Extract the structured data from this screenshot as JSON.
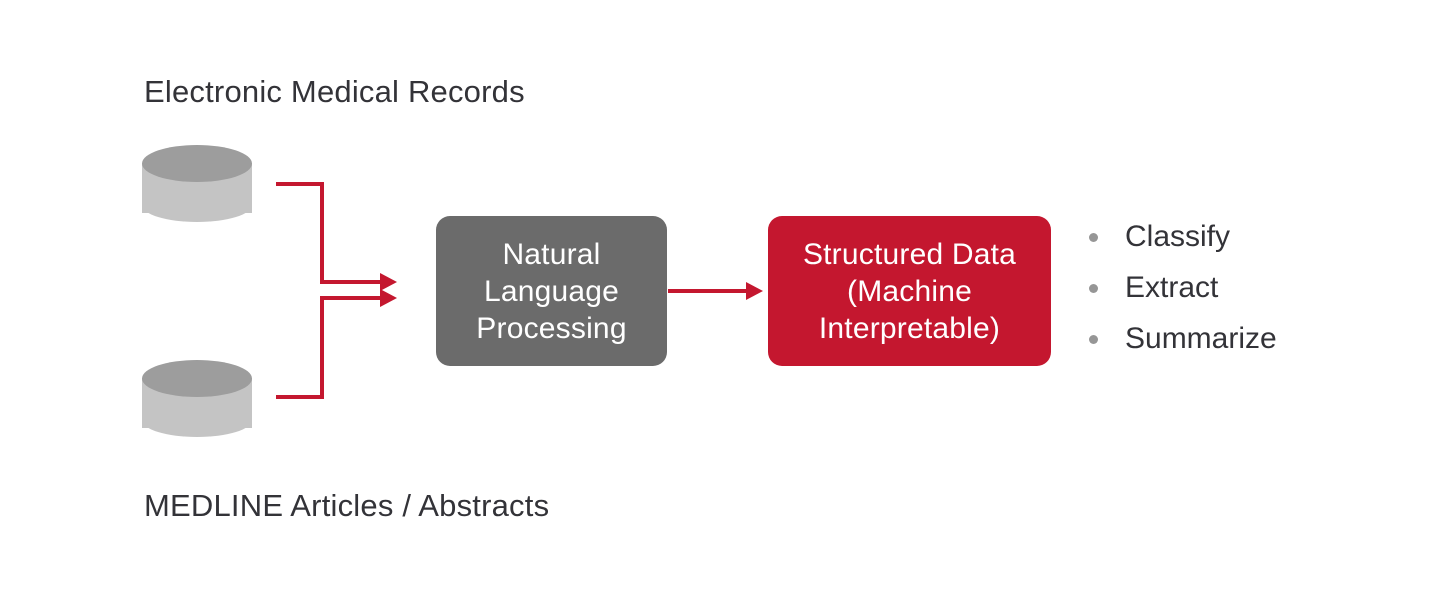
{
  "diagram": {
    "title_top": "Electronic Medical Records",
    "title_bottom": "MEDLINE Articles / Abstracts",
    "sources": [
      {
        "name": "Electronic Medical Records",
        "icon": "database-cylinder-icon"
      },
      {
        "name": "MEDLINE Articles / Abstracts",
        "icon": "database-cylinder-icon"
      }
    ],
    "process_box": {
      "lines": [
        "Natural",
        "Language",
        "Processing"
      ],
      "full_text": "Natural Language Processing",
      "fill_color": "#6B6B6B",
      "text_color": "#FFFFFF"
    },
    "output_box": {
      "lines": [
        "Structured Data",
        "(Machine",
        "Interpretable)"
      ],
      "full_text": "Structured Data (Machine Interpretable)",
      "fill_color": "#C4172F",
      "text_color": "#FFFFFF"
    },
    "outcomes": [
      {
        "label": "Classify"
      },
      {
        "label": "Extract"
      },
      {
        "label": "Summarize"
      }
    ],
    "colors": {
      "accent_red": "#C4172F",
      "box_gray": "#6B6B6B",
      "cylinder_top": "#9D9D9D",
      "cylinder_body": "#C4C4C4",
      "text_dark": "#333338",
      "bullet_gray": "#969696",
      "background": "#FFFFFF"
    }
  }
}
